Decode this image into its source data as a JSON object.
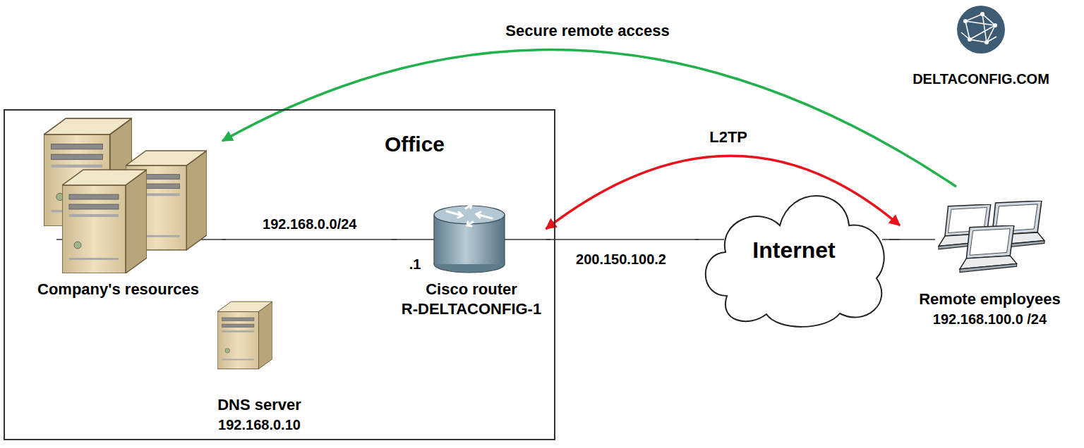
{
  "diagram": {
    "nodes": [
      {
        "text": [
          "Office"
        ]
      },
      {
        "text": [
          "Company's resources"
        ],
        "in": 0
      },
      {
        "text": [
          "DNS server",
          "192.168.0.10"
        ],
        "in": 0
      },
      {
        "text": [
          "Cisco router",
          "R-DELTACONFIG-1"
        ],
        "in": 0
      },
      {
        "text": [
          "Internet"
        ]
      },
      {
        "text": [
          "Remote employees",
          "192.168.100.0 /24"
        ]
      }
    ],
    "edges": [
      {
        "from": 1,
        "to": 3,
        "arrow": "none",
        "label": "192.168.0.0/24"
      },
      {
        "from": 3,
        "to": 4,
        "arrow": "none"
      },
      {
        "from": 4,
        "to": 5,
        "arrow": "none"
      },
      {
        "from": 3,
        "to": 5,
        "arrow": "both",
        "label": "L2TP"
      },
      {
        "from": 5,
        "to": 1,
        "arrow": "to",
        "label": "Secure remote access"
      }
    ],
    "labels": [
      ".1",
      "200.150.100.2",
      "DELTACONFIG.COM"
    ]
  }
}
